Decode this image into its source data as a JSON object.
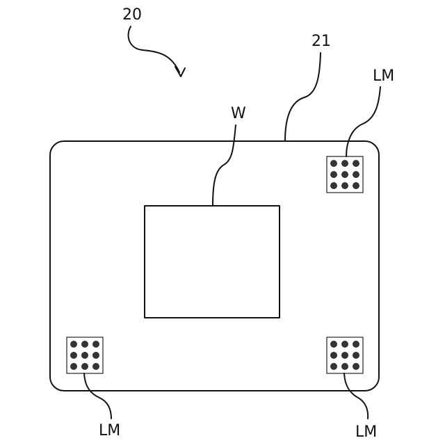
{
  "labels": {
    "assembly": "20",
    "substrate": "21",
    "workpiece": "W",
    "marker_top_right": "LM",
    "marker_bottom_left": "LM",
    "marker_bottom_right": "LM"
  },
  "marker": {
    "rows": 3,
    "cols": 3
  }
}
